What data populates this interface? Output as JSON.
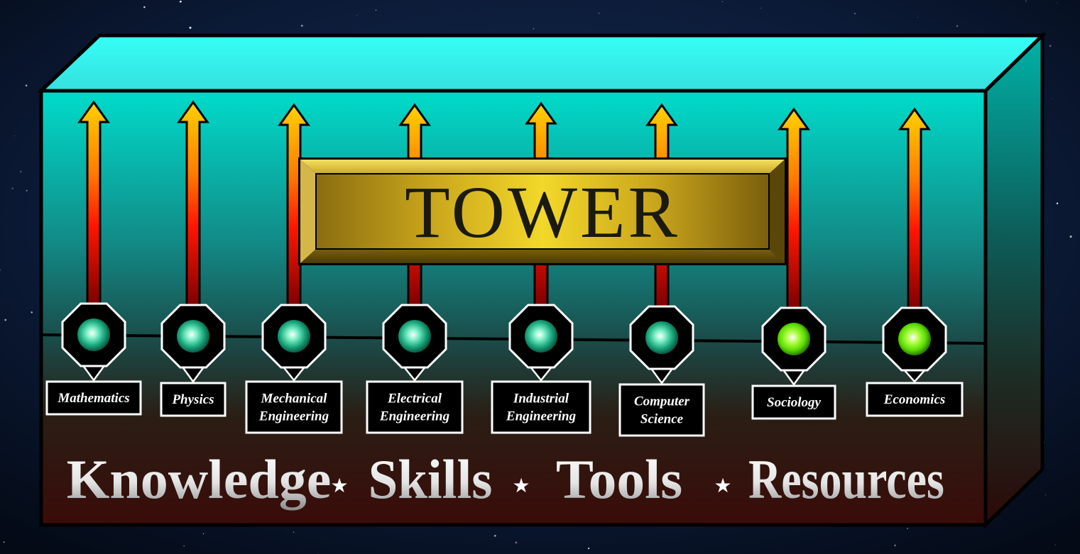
{
  "tower": {
    "title": "TOWER"
  },
  "disciplines": [
    {
      "lines": [
        "Mathematics"
      ],
      "light": "teal"
    },
    {
      "lines": [
        "Physics"
      ],
      "light": "teal"
    },
    {
      "lines": [
        "Mechanical",
        "Engineering"
      ],
      "light": "teal"
    },
    {
      "lines": [
        "Electrical",
        "Engineering"
      ],
      "light": "teal"
    },
    {
      "lines": [
        "Industrial",
        "Engineering"
      ],
      "light": "teal"
    },
    {
      "lines": [
        "Computer",
        "Science"
      ],
      "light": "teal"
    },
    {
      "lines": [
        "Sociology"
      ],
      "light": "green"
    },
    {
      "lines": [
        "Economics"
      ],
      "light": "green"
    }
  ],
  "pillars": {
    "words": [
      "Knowledge",
      "Skills",
      "Tools",
      "Resources"
    ],
    "separator": "★"
  },
  "colors": {
    "box_top": "#33f5f0",
    "box_front_top": "#00d6c8",
    "box_front_bottom": "#3a0c0a",
    "plaque_gold": "#e8c020",
    "light_teal": "#2fcf9a",
    "light_green": "#7cff10",
    "arrow_top": "#ffd000",
    "arrow_mid": "#ff1a00",
    "arrow_bottom": "#8a0000"
  }
}
